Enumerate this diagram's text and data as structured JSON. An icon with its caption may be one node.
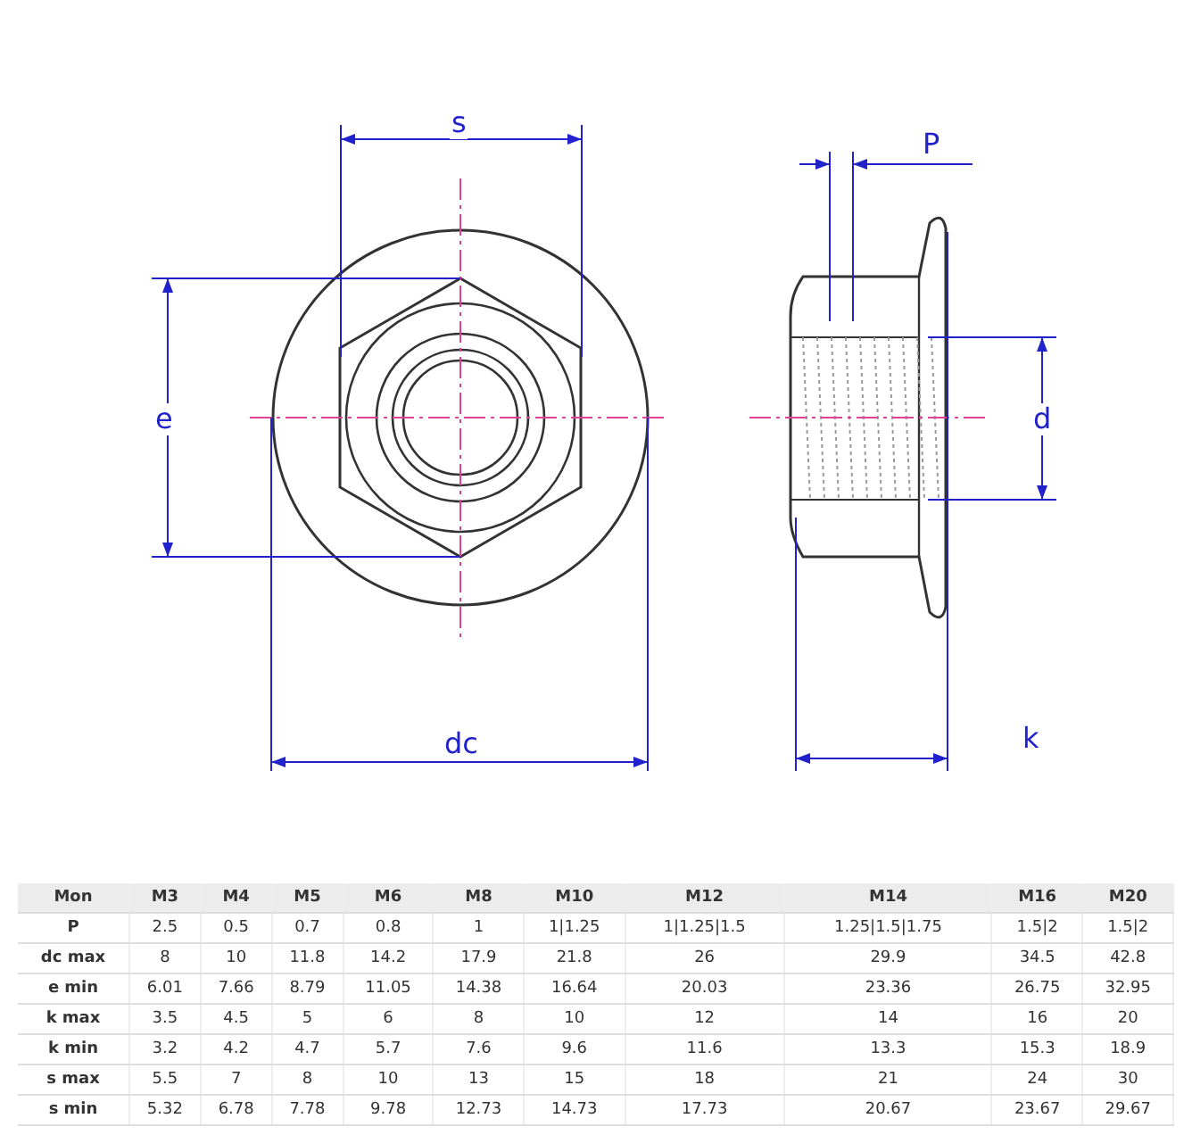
{
  "diagram": {
    "labels": [
      "s",
      "P",
      "e",
      "d",
      "dc",
      "k",
      "Mon",
      "M3",
      "M4",
      "M5",
      "M6",
      "M8",
      "M10",
      "M12",
      "M14",
      "M16",
      "M20",
      "P",
      "2.5",
      "0.5",
      "0.7",
      "0.8",
      "1",
      "1|1.25",
      "1|1.25|1.5",
      "1.25|1.5|1.75",
      "1.5|2",
      "1.5|2",
      "dc max",
      "8",
      "10",
      "11.8",
      "14.2",
      "17.9",
      "21.8",
      "26",
      "29.9",
      "34.5",
      "42.8",
      "e min",
      "6.01",
      "7.66",
      "8.79",
      "11.05",
      "14.38",
      "16.64",
      "20.03",
      "23.36",
      "26.75",
      "32.95",
      "k max",
      "3.5",
      "4.5",
      "5",
      "6",
      "8",
      "10",
      "12",
      "14",
      "16",
      "20",
      "k min",
      "3.2",
      "4.2",
      "4.7",
      "5.7",
      "7.6",
      "9.6",
      "11.6",
      "13.3",
      "15.3",
      "18.9",
      "s max",
      "5.5",
      "7",
      "8",
      "10",
      "13",
      "15",
      "18",
      "21",
      "24",
      "30",
      "s min",
      "5.32",
      "6.78",
      "7.78",
      "9.78",
      "12.73",
      "14.73",
      "17.73",
      "20.67",
      "23.67",
      "29.67"
    ]
  }
}
